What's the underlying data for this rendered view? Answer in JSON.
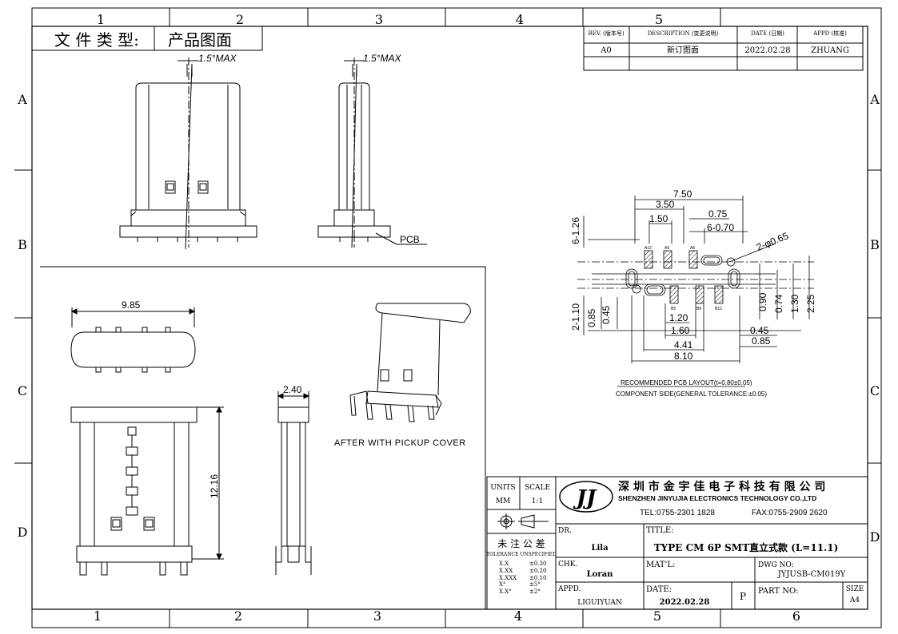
{
  "header": {
    "file_type_label": "文 件 类 型:",
    "file_type_value": "产品图面"
  },
  "grid": {
    "columns": [
      "1",
      "2",
      "3",
      "4",
      "5",
      "6"
    ],
    "rows": [
      "A",
      "B",
      "C",
      "D"
    ]
  },
  "revision_table": {
    "headers": [
      "REV.\n(版本号)",
      "DESCRIPTION\n(变更说明)",
      "DATE\n(日期)",
      "APPD\n(核准)"
    ],
    "rows": [
      [
        "A0",
        "新订图面",
        "2022.02.28",
        "ZHUANG"
      ]
    ]
  },
  "views": {
    "front_max": "1.5°MAX",
    "side_max": "1.5°MAX",
    "pcb_label": "PCB",
    "top_width": "9.85",
    "side_width": "2.40",
    "height": "12.16",
    "pickup_caption": "AFTER WITH PICKUP COVER"
  },
  "pcb_layout": {
    "dims": {
      "d750": "7.50",
      "d350": "3.50",
      "d150": "1.50",
      "d075": "0.75",
      "d6070": "6-0.70",
      "d2phi": "2-φ0.65",
      "d6126": "6-1.26",
      "d2110": "2-1.10",
      "d085": "0.85",
      "d045": "0.45",
      "d120": "1.20",
      "d160": "1.60",
      "d441": "4.41",
      "d810": "8.10",
      "d090": "0.90",
      "d074": "0.74",
      "d130": "1.30",
      "d225": "2.25",
      "d045b": "0.45",
      "d085b": "0.85"
    },
    "pins_top": [
      "A12",
      "A9",
      "A5"
    ],
    "pins_bottom": [
      "B5",
      "B9",
      "B12"
    ],
    "caption_1": "RECOMMENDED PCB LAYOUT(t=0.80±0.05)",
    "caption_2": "COMPONENT SIDE(GENERAL TOLERANCE:±0.05)"
  },
  "title_block": {
    "units_label": "UNITS",
    "units_value": "MM",
    "scale_label": "SCALE",
    "scale_value": "1:1",
    "logo_text": "JJ",
    "company_cn": "深 圳 市 金 宇 佳 电 子 科 技 有 限 公 司",
    "company_en": "SHENZHEN JINYUJIA ELECTRONICS TECHNOLOGY CO.,LTD",
    "tel": "TEL:0755-2301 1828",
    "fax": "FAX:0755-2909 2620",
    "tolerance_cn": "未 注 公 差",
    "tolerance_en": "TOLERANCE UNSPECIFIED",
    "tolerances": [
      [
        "X.X",
        "±0.30"
      ],
      [
        "X.XX",
        "±0.20"
      ],
      [
        "X.XXX",
        "±0.10"
      ],
      [
        "X°",
        "±5°"
      ],
      [
        "X.X°",
        "±2°"
      ]
    ],
    "dr_label": "DR.",
    "dr_value": "Lila",
    "chk_label": "CHK.",
    "chk_value": "Loran",
    "appd_label": "APPD.",
    "appd_value": "LIGUIYUAN",
    "title_label": "TITLE:",
    "title_value": "TYPE CM 6P SMT直立式款 (L=11.1)",
    "mat_label": "MAT'L:",
    "dwg_label": "DWG NO:",
    "dwg_value": "JYJUSB-CM019Y",
    "date_label": "DATE:",
    "date_value": "2022.02.28",
    "p_mark": "P",
    "part_label": "PART NO:",
    "size_label": "SIZE",
    "size_value": "A4"
  }
}
